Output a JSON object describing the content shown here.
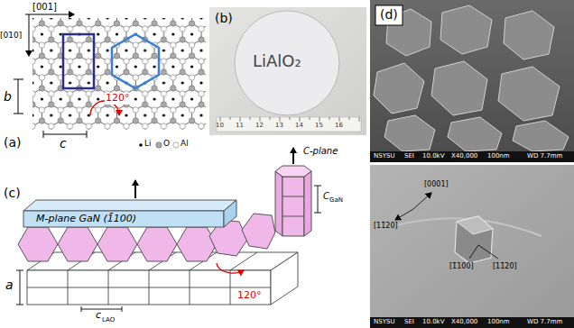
{
  "diagram": {
    "labels": [
      "(a)",
      "[001]",
      "[010]",
      "b",
      "c",
      "120°",
      "Li",
      "O",
      "Al",
      "(b)",
      "LiAlO₂",
      "10",
      "11",
      "12",
      "13",
      "14",
      "15",
      "16",
      "(c)",
      "M-plane GaN (1̄100)",
      "C-plane",
      "C",
      "GaN",
      "a",
      "c",
      "LAO",
      "120°",
      "(d)",
      "[0001]",
      "[11̄20]",
      "[1̄100]",
      "[11̄20]",
      "NSYSU",
      "SEI",
      "10.0kV",
      "X40,000",
      "100nm",
      "WD 7.7mm",
      "NSYSU",
      "SEI",
      "10.0kV",
      "X40,000",
      "100nm",
      "WD 7.7mm"
    ]
  }
}
